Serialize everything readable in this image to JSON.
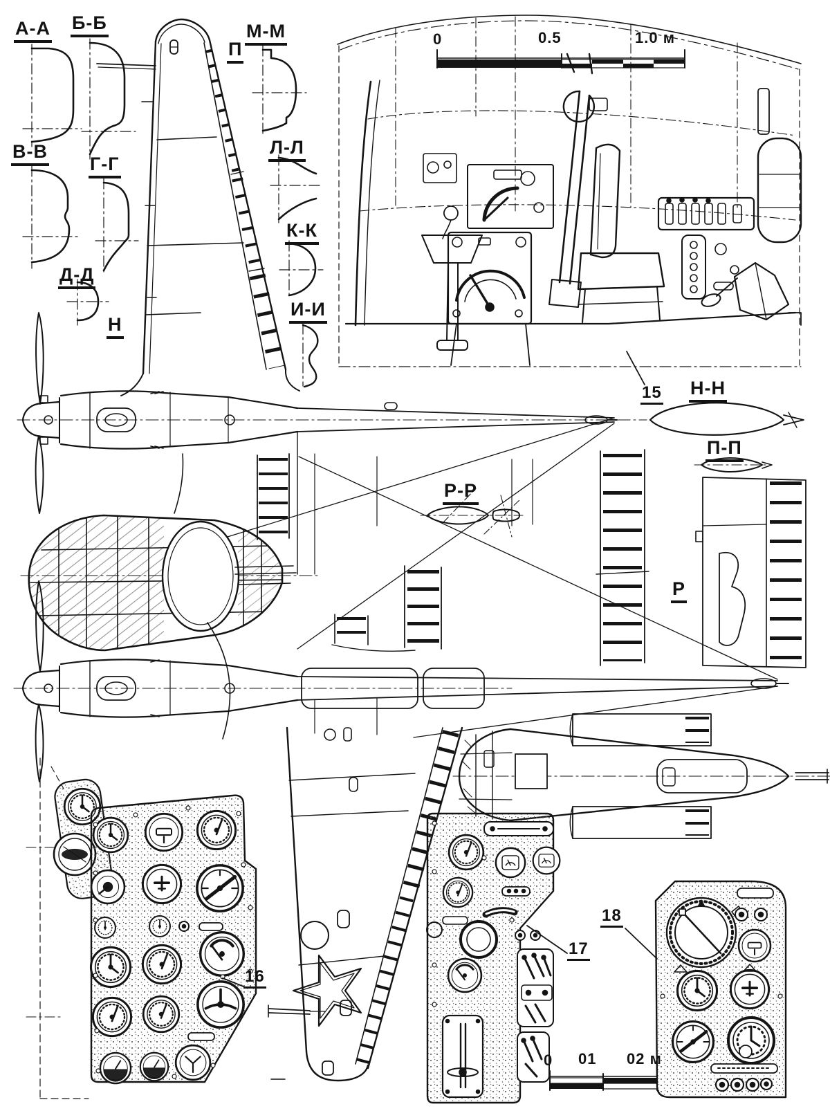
{
  "meta": {
    "type": "technical blueprint drawing",
    "subject": "Twin-engine aircraft general-arrangement drawing: fuselage/fin cross sections, cockpit interior cutaway, plan views and instrument panels"
  },
  "labels": {
    "sections": {
      "aa": "А-А",
      "bb": "Б-Б",
      "vv": "В-В",
      "gg": "Г-Г",
      "dd": "Д-Д",
      "p": "П",
      "mm": "М-М",
      "ll": "Л-Л",
      "kk": "К-К",
      "n": "Н",
      "ii": "И-И",
      "nn": "Н-Н",
      "pp": "П-П",
      "rr": "Р-Р",
      "r": "Р"
    },
    "callouts": {
      "c15": "15",
      "c16": "16",
      "c17": "17",
      "c18": "18"
    }
  },
  "scale_top": {
    "zero": "0",
    "half": "0.5",
    "one": "1.0 м"
  },
  "scale_bottom": {
    "zero": "0",
    "one": "01",
    "two": "02 м"
  },
  "colors": {
    "ink": "#141414",
    "paper": "#ffffff"
  }
}
